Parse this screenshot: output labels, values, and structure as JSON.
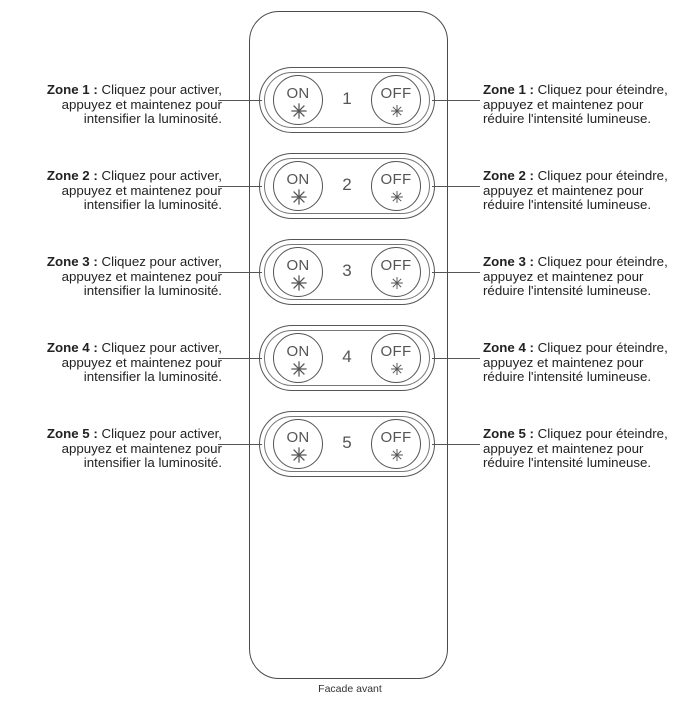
{
  "zones": [
    {
      "number": "1",
      "on_label": "ON",
      "off_label": "OFF",
      "left_title": "Zone 1 :",
      "left_l1": " Cliquez pour activer,",
      "left_l2": "appuyez et maintenez pour",
      "left_l3": "intensifier la luminosité.",
      "right_title": "Zone 1 :",
      "right_l1": " Cliquez pour éteindre,",
      "right_l2": "appuyez et maintenez pour",
      "right_l3": "réduire l'intensité lumineuse."
    },
    {
      "number": "2",
      "on_label": "ON",
      "off_label": "OFF",
      "left_title": "Zone 2 :",
      "left_l1": " Cliquez pour activer,",
      "left_l2": "appuyez et maintenez pour",
      "left_l3": "intensifier la luminosité.",
      "right_title": "Zone 2 :",
      "right_l1": " Cliquez pour éteindre,",
      "right_l2": "appuyez et maintenez pour",
      "right_l3": "réduire l'intensité lumineuse."
    },
    {
      "number": "3",
      "on_label": "ON",
      "off_label": "OFF",
      "left_title": "Zone 3 :",
      "left_l1": " Cliquez pour activer,",
      "left_l2": "appuyez et maintenez pour",
      "left_l3": "intensifier la luminosité.",
      "right_title": "Zone 3 :",
      "right_l1": " Cliquez pour éteindre,",
      "right_l2": "appuyez et maintenez pour",
      "right_l3": "réduire l'intensité lumineuse."
    },
    {
      "number": "4",
      "on_label": "ON",
      "off_label": "OFF",
      "left_title": "Zone 4 :",
      "left_l1": " Cliquez pour activer,",
      "left_l2": "appuyez et maintenez pour",
      "left_l3": "intensifier la luminosité.",
      "right_title": "Zone 4 :",
      "right_l1": " Cliquez pour éteindre,",
      "right_l2": "appuyez et maintenez pour",
      "right_l3": "réduire l'intensité lumineuse."
    },
    {
      "number": "5",
      "on_label": "ON",
      "off_label": "OFF",
      "left_title": "Zone 5 :",
      "left_l1": " Cliquez pour activer,",
      "left_l2": "appuyez et maintenez pour",
      "left_l3": "intensifier la luminosité.",
      "right_title": "Zone 5 :",
      "right_l1": " Cliquez pour éteindre,",
      "right_l2": "appuyez et maintenez pour",
      "right_l3": "réduire l'intensité lumineuse."
    }
  ],
  "caption": "Facade avant",
  "colors": {
    "stroke": "#555555",
    "text": "#222222"
  },
  "icons": {
    "on_button": "brightness-up-asterisk-icon",
    "off_button": "brightness-down-asterisk-icon"
  }
}
